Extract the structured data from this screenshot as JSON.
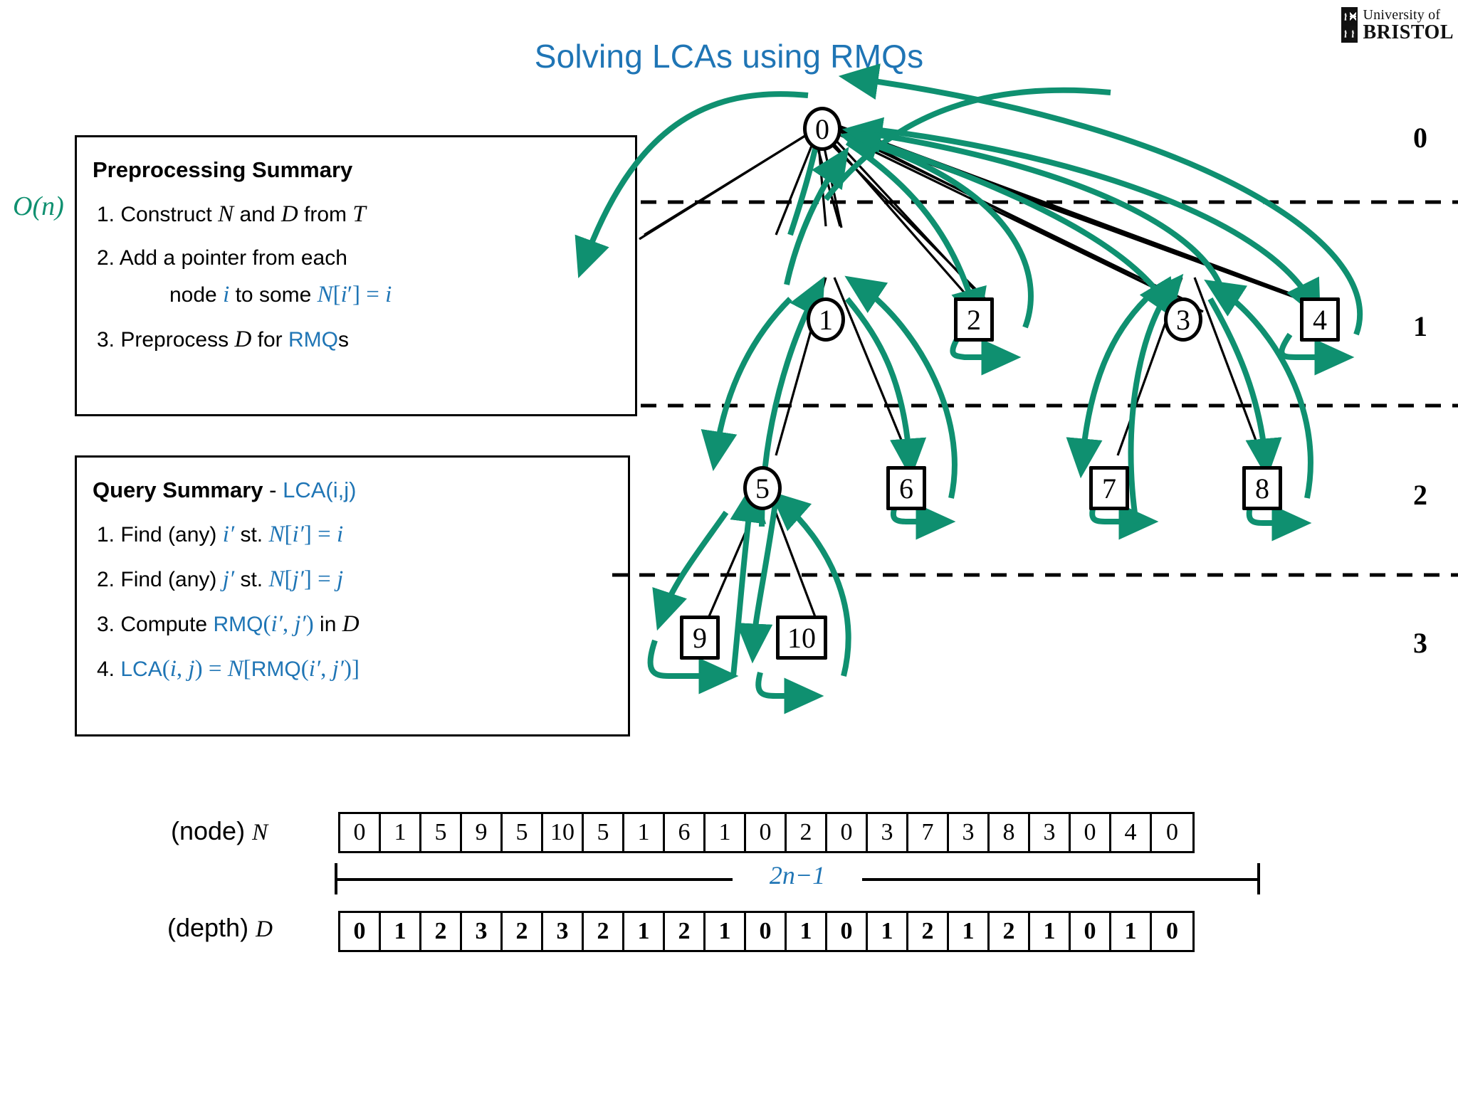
{
  "logo": {
    "line1": "University of",
    "line2": "BRISTOL",
    "icon": "bristol-crest-icon"
  },
  "title": "Solving LCAs using RMQs",
  "colors": {
    "accent_blue": "#1f75b5",
    "accent_green": "#0f9070",
    "ink": "#000000"
  },
  "preprocessing": {
    "heading": "Preprocessing Summary",
    "complexity": "O(n)",
    "steps": [
      {
        "num": "1.",
        "text": "Construct N and D from T"
      },
      {
        "num": "2.",
        "text": "Add a pointer from each"
      },
      {
        "num": "",
        "text": "node i to some N[i′] = i"
      },
      {
        "num": "3.",
        "text": "Preprocess D for RMQs"
      }
    ]
  },
  "query": {
    "heading": "Query Summary",
    "dash": "-",
    "heading_accent": "LCA(i,j)",
    "steps": [
      {
        "num": "1.",
        "text": "Find (any) i′ st. N[i′] = i"
      },
      {
        "num": "2.",
        "text": "Find (any) j′ st. N[j′] = j"
      },
      {
        "num": "3.",
        "text": "Compute RMQ(i′, j′) in D"
      },
      {
        "num": "4.",
        "text": "LCA(i, j) = N[RMQ(i′, j′)]"
      }
    ]
  },
  "tree": {
    "depth_labels": [
      "0",
      "1",
      "2",
      "3"
    ],
    "nodes": [
      {
        "id": "0",
        "label": "0",
        "shape": "circle",
        "depth": 0
      },
      {
        "id": "1",
        "label": "1",
        "shape": "circle",
        "depth": 1
      },
      {
        "id": "2",
        "label": "2",
        "shape": "square",
        "depth": 1
      },
      {
        "id": "3",
        "label": "3",
        "shape": "circle",
        "depth": 1
      },
      {
        "id": "4",
        "label": "4",
        "shape": "square",
        "depth": 1
      },
      {
        "id": "5",
        "label": "5",
        "shape": "circle",
        "depth": 2
      },
      {
        "id": "6",
        "label": "6",
        "shape": "square",
        "depth": 2
      },
      {
        "id": "7",
        "label": "7",
        "shape": "square",
        "depth": 2
      },
      {
        "id": "8",
        "label": "8",
        "shape": "square",
        "depth": 2
      },
      {
        "id": "9",
        "label": "9",
        "shape": "square",
        "depth": 3
      },
      {
        "id": "10",
        "label": "10",
        "shape": "square",
        "depth": 3
      }
    ],
    "edges": [
      [
        "0",
        "1"
      ],
      [
        "0",
        "2"
      ],
      [
        "0",
        "3"
      ],
      [
        "0",
        "4"
      ],
      [
        "1",
        "5"
      ],
      [
        "1",
        "6"
      ],
      [
        "3",
        "7"
      ],
      [
        "3",
        "8"
      ],
      [
        "5",
        "9"
      ],
      [
        "5",
        "10"
      ]
    ]
  },
  "arrays": {
    "node_label_prefix": "(node)",
    "node_label_symbol": "N",
    "depth_label_prefix": "(depth)",
    "depth_label_symbol": "D",
    "span_label": "2n−1",
    "N": [
      "0",
      "1",
      "5",
      "9",
      "5",
      "10",
      "5",
      "1",
      "6",
      "1",
      "0",
      "2",
      "0",
      "3",
      "7",
      "3",
      "8",
      "3",
      "0",
      "4",
      "0"
    ],
    "D": [
      "0",
      "1",
      "2",
      "3",
      "2",
      "3",
      "2",
      "1",
      "2",
      "1",
      "0",
      "1",
      "0",
      "1",
      "2",
      "1",
      "2",
      "1",
      "0",
      "1",
      "0"
    ]
  }
}
